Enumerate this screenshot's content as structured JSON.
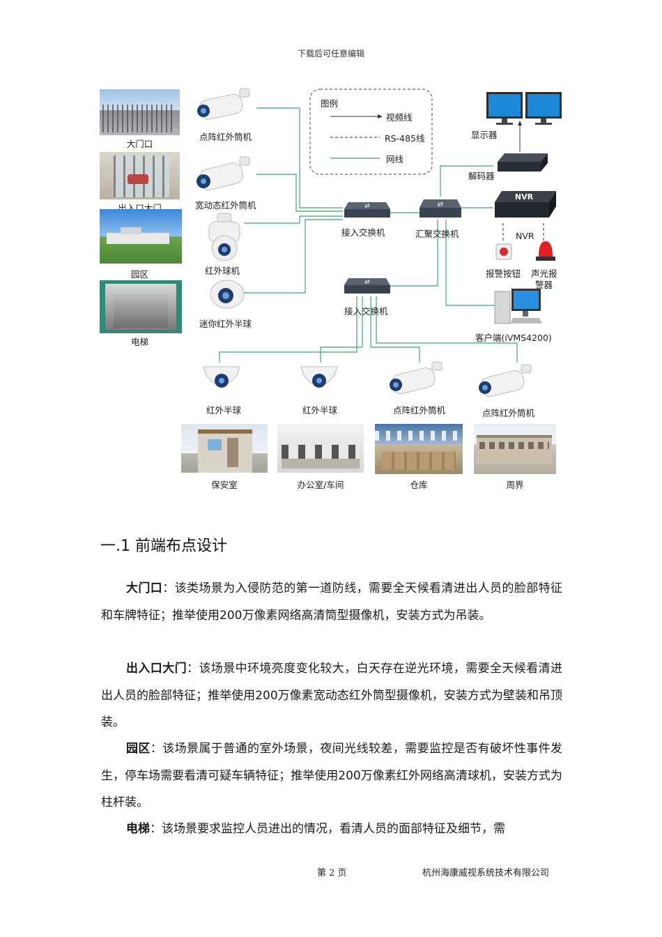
{
  "header": {
    "text": "下载后可任意编辑"
  },
  "diagram": {
    "legend": {
      "title": "图例",
      "video": "视频线",
      "rs485": "RS-485线",
      "net": "网线"
    },
    "scenes_left": [
      "大门口",
      "出入口大门",
      "园区",
      "电梯"
    ],
    "cameras_left": [
      "点阵红外筒机",
      "宽动态红外筒机",
      "红外球机",
      "迷你红外半球"
    ],
    "switches": {
      "access1": "接入交换机",
      "core": "汇聚交换机",
      "access2": "接入交换机"
    },
    "right": {
      "monitor": "显示器",
      "decoder": "解码器",
      "nvr_badge": "NVR",
      "nvr": "NVR",
      "alarm_button": "报警按钮",
      "alarm_light_1": "声光报",
      "alarm_light_2": "警器",
      "client": "客户端(iVMS4200)"
    },
    "cameras_bottom": [
      "红外半球",
      "红外半球",
      "点阵红外筒机",
      "点阵红外筒机"
    ],
    "scenes_bottom": [
      "保安室",
      "办公室/车间",
      "仓库",
      "周界"
    ],
    "colors": {
      "network": "#3aa86b",
      "video": "#333333",
      "dashed": "#555555"
    }
  },
  "section": {
    "title": "一.1 前端布点设计"
  },
  "paragraphs": [
    {
      "lead": "大门口",
      "text": "：该类场景为入侵防范的第一道防线，需要全天候看清进出人员的脸部特征和车牌特征；推举使用200万像素网络高清筒型摄像机，安装方式为吊装。"
    },
    {
      "lead": "出入口大门",
      "text": "：该场景中环境亮度变化较大，白天存在逆光环境，需要全天候看清进出人员的脸部特征；推举使用200万像素宽动态红外筒型摄像机，安装方式为壁装和吊顶装。"
    },
    {
      "lead": "园区",
      "text": "：该场景属于普通的室外场景，夜间光线较差，需要监控是否有破坏性事件发生，停车场需要看清可疑车辆特征；推举使用200万像素红外网络高清球机，安装方式为柱杆装。"
    },
    {
      "lead": "电梯",
      "text": "：该场景要求监控人员进出的情况，看清人员的面部特征及细节，需"
    }
  ],
  "footer": {
    "page": "第 2 页",
    "company": "杭州海康威视系统技术有限公司"
  }
}
